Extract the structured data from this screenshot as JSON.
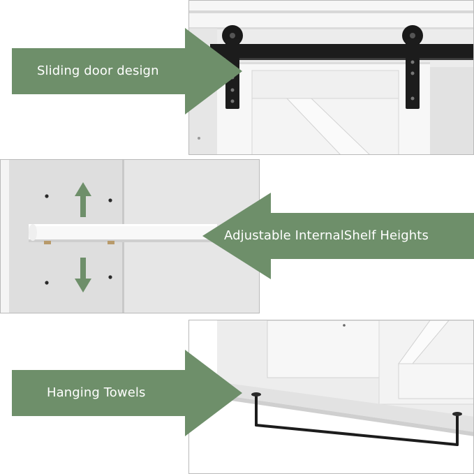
{
  "colors": {
    "arrow_green": "#6e8f6a",
    "cabinet_white": "#f2f2f2",
    "hardware_black": "#1c1c1c",
    "panel_border": "#b9b9b9"
  },
  "features": [
    {
      "label": "Sliding door design",
      "icon": "arrow-right"
    },
    {
      "label": "Adjustable InternalShelf Heights",
      "icon": "arrow-left"
    },
    {
      "label": "Hanging Towels",
      "icon": "arrow-right"
    }
  ]
}
